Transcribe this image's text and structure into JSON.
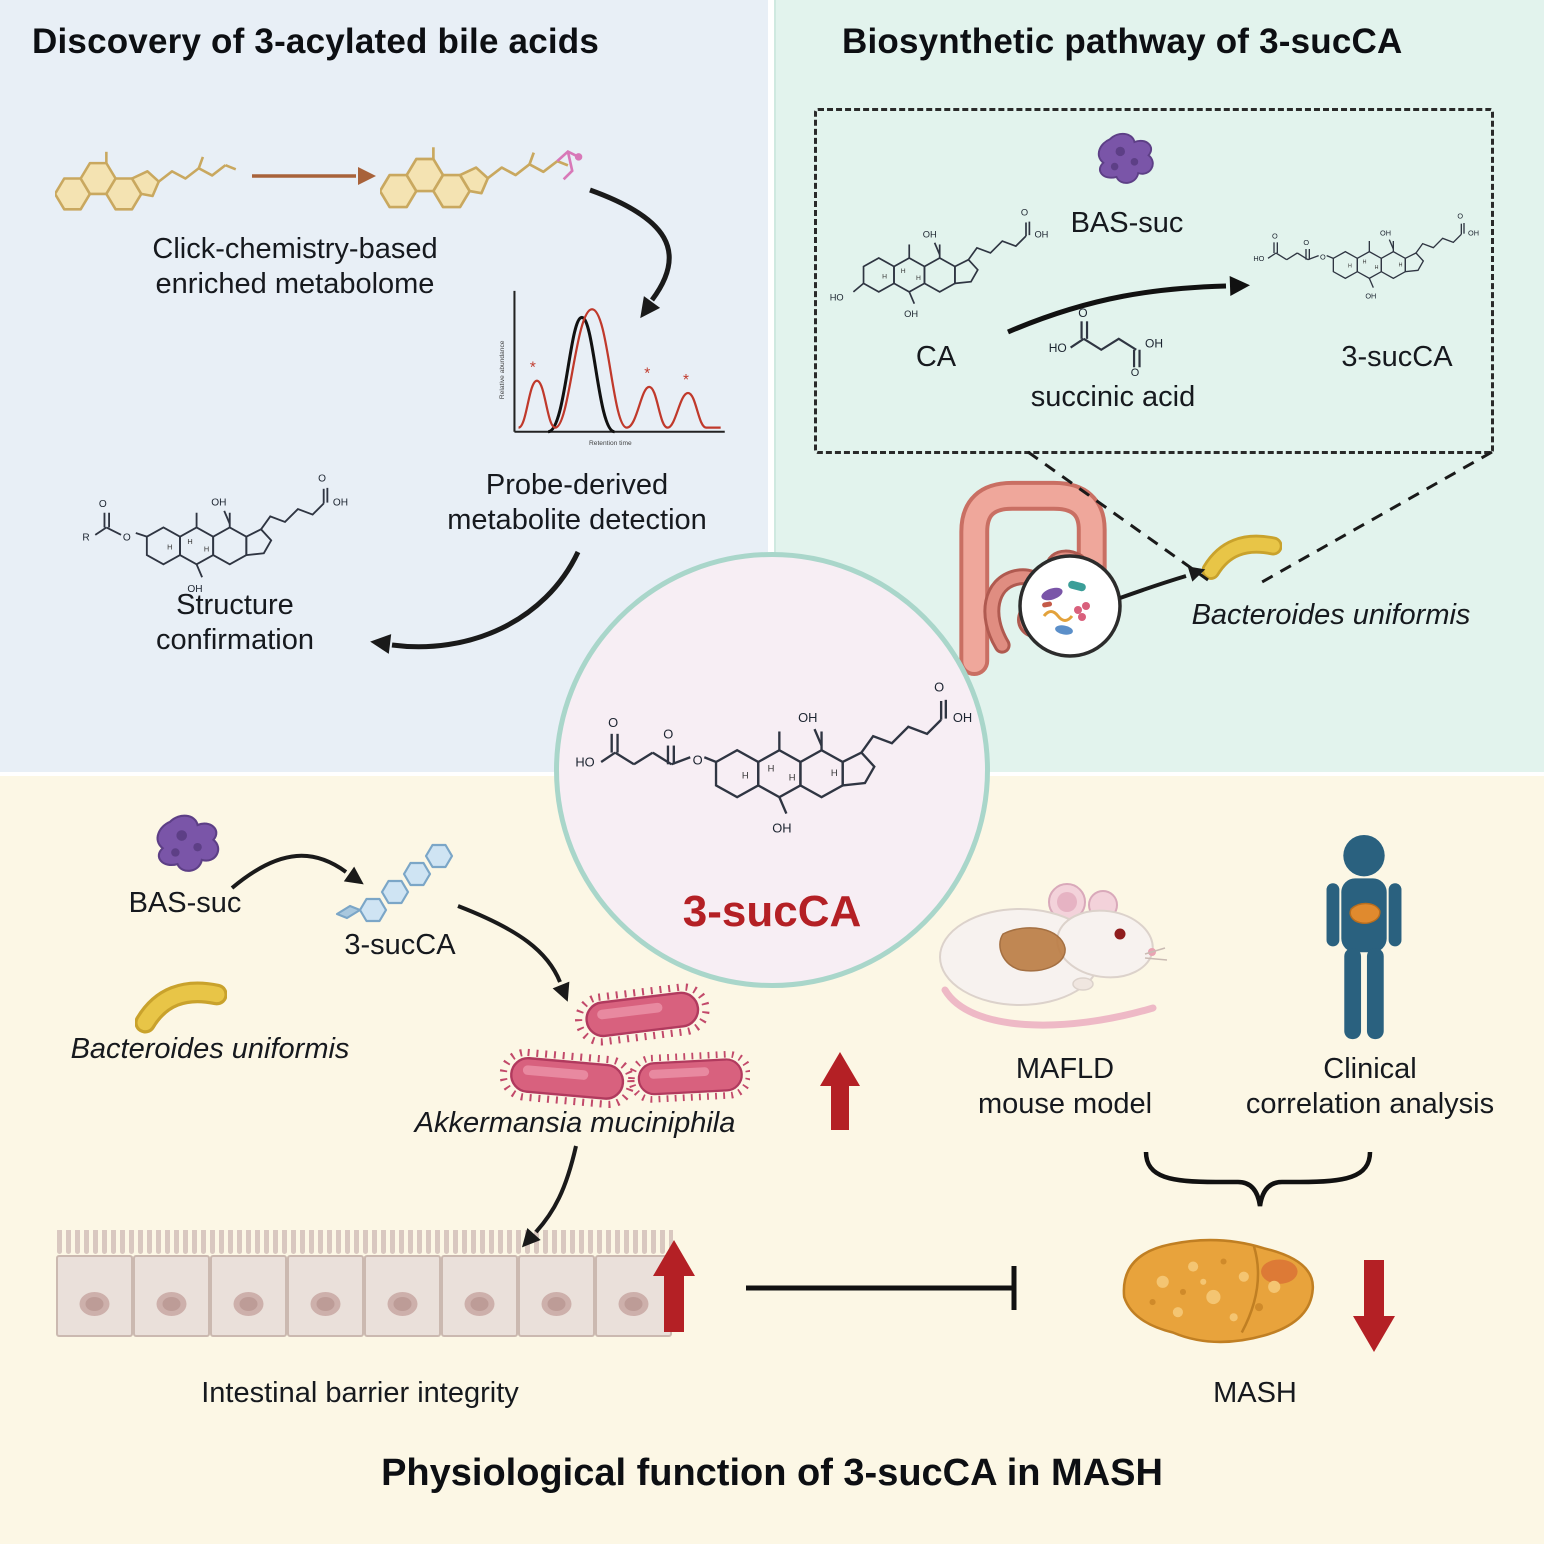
{
  "colors": {
    "discovery_bg": "#e8eff6",
    "biosynthesis_bg": "#e2f3ed",
    "function_bg": "#fcf7e5",
    "circle_bg": "#f7eef4",
    "circle_border": "#a9d6ca",
    "accent_red": "#b42025"
  },
  "discovery": {
    "title": "Discovery of 3-acylated bile acids",
    "click_label": "Click-chemistry-based\nenriched metabolome",
    "probe_label": "Probe-derived\nmetabolite detection",
    "structure_label": "Structure\nconfirmation",
    "chromatogram": {
      "ylabel": "Relative abundance",
      "xlabel": "Retention time",
      "peak_marker": "*"
    }
  },
  "biosynthesis": {
    "title": "Biosynthetic pathway of 3-sucCA",
    "substrate_label": "CA",
    "enzyme_label": "BAS-suc",
    "cosubstrate_label": "succinic acid",
    "product_label": "3-sucCA",
    "bacterium_label": "Bacteroides uniformis"
  },
  "center": {
    "metabolite_label": "3-sucCA"
  },
  "function": {
    "title": "Physiological function of 3-sucCA in MASH",
    "enzyme_label": "BAS-suc",
    "bacterium_label": "Bacteroides uniformis",
    "metabolite_label": "3-sucCA",
    "akkermansia_label": "Akkermansia muciniphila",
    "barrier_label": "Intestinal barrier integrity",
    "mouse_label": "MAFLD\nmouse model",
    "clinical_label": "Clinical\ncorrelation analysis",
    "disease_label": "MASH"
  },
  "chem": {
    "oh": "OH",
    "ho": "HO",
    "o": "O",
    "h": "H",
    "r": "R"
  }
}
